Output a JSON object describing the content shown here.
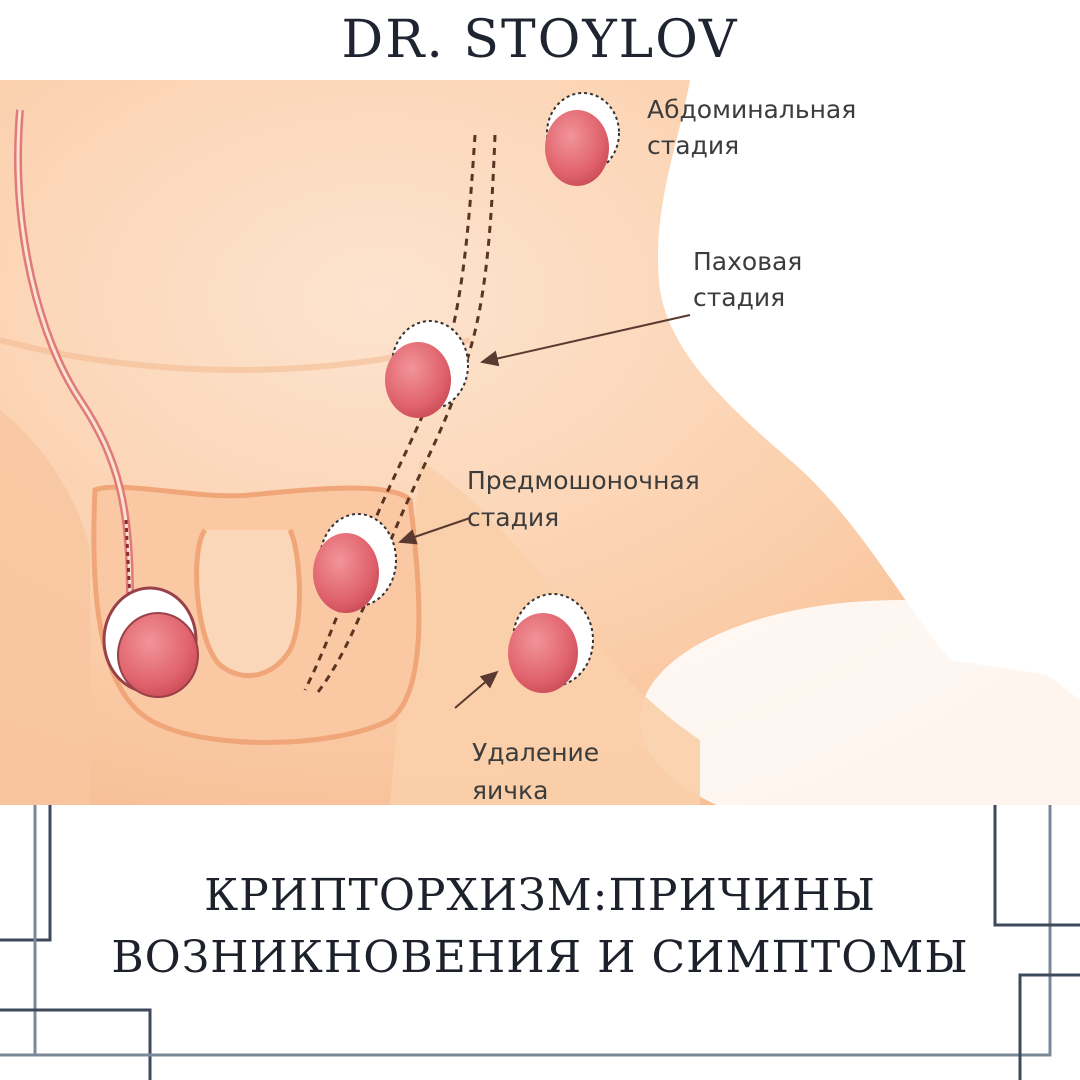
{
  "brand": "DR. STOYLOV",
  "diagram": {
    "labels": {
      "abdominal_line1": "Абдоминальная",
      "abdominal_line2": "стадия",
      "inguinal_line1": "Паховая",
      "inguinal_line2": "стадия",
      "prescrotal_line1": "Предмошоночная",
      "prescrotal_line2": "стадия",
      "removal_line1": "Удаление",
      "removal_line2": "яичка"
    },
    "colors": {
      "skin": "#fbd3b3",
      "skin_shadow": "#f5b98d",
      "testis": "#e06a72",
      "frame": "#6e7c8c"
    }
  },
  "title": {
    "line1": "КРИПТОРХИЗМ:ПРИЧИНЫ",
    "line2": "ВОЗНИКНОВЕНИЯ И СИМПТОМЫ"
  }
}
